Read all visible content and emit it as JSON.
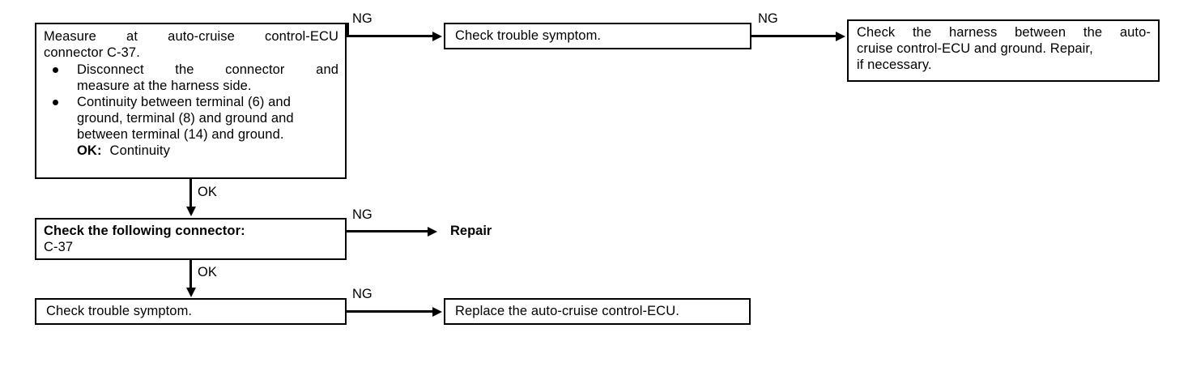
{
  "diagram": {
    "title": "Auto-cruise control-ECU ground circuit troubleshooting flow",
    "colors": {
      "line": "#000000",
      "background": "#ffffff",
      "text": "#000000"
    }
  },
  "nodes": {
    "measure": {
      "lead_line1": "Measure at auto-cruise control-ECU",
      "lead_line2": "connector C-37.",
      "bullet1_line1": "Disconnect the connector and",
      "bullet1_line2": "measure at the harness side.",
      "bullet2_line1": "Continuity between terminal (6) and",
      "bullet2_line2": "ground, terminal (8) and ground and",
      "bullet2_line3": "between terminal (14) and ground.",
      "ok_label": "OK:",
      "ok_value": "Continuity"
    },
    "check_symptom_top": {
      "text": "Check  trouble symptom."
    },
    "harness": {
      "line1": "Check the harness between the auto-",
      "line2": "cruise control-ECU and ground. Repair,",
      "line3": "if necessary."
    },
    "connector": {
      "heading": "Check the following connector:",
      "value": "C-37"
    },
    "check_symptom_bottom": {
      "text": "Check  trouble symptom."
    },
    "replace": {
      "text": "Replace the auto-cruise control-ECU."
    },
    "repair": {
      "text": "Repair"
    }
  },
  "edges": {
    "measure_to_check_symptom_top": {
      "label": "NG"
    },
    "check_symptom_top_to_harness": {
      "label": "NG"
    },
    "measure_to_connector": {
      "label": "OK"
    },
    "connector_to_repair": {
      "label": "NG"
    },
    "connector_to_check_symptom_bottom": {
      "label": "OK"
    },
    "check_symptom_bottom_to_replace": {
      "label": "NG"
    }
  }
}
